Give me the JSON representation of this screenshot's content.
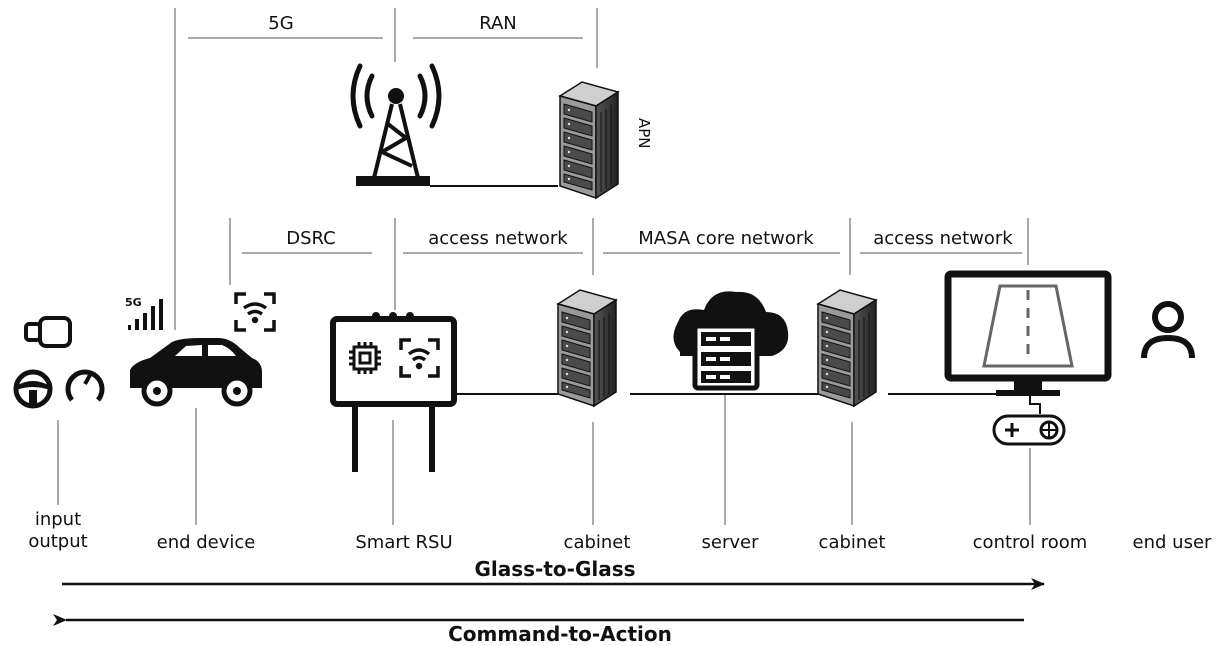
{
  "segments": {
    "fiveg": "5G",
    "ran": "RAN",
    "dsrc": "DSRC",
    "access_left": "access network",
    "core": "MASA core network",
    "access_right": "access network"
  },
  "nodes": {
    "io": "input\noutput",
    "end_device": "end device",
    "rsu": "Smart RSU",
    "cabinet_left": "cabinet",
    "server": "server",
    "cabinet_right": "cabinet",
    "control_room": "control room",
    "end_user": "end user",
    "apn": "APN",
    "signal_badge": "5G"
  },
  "arrows": {
    "forward": "Glass-to-Glass",
    "backward": "Command-to-Action"
  }
}
